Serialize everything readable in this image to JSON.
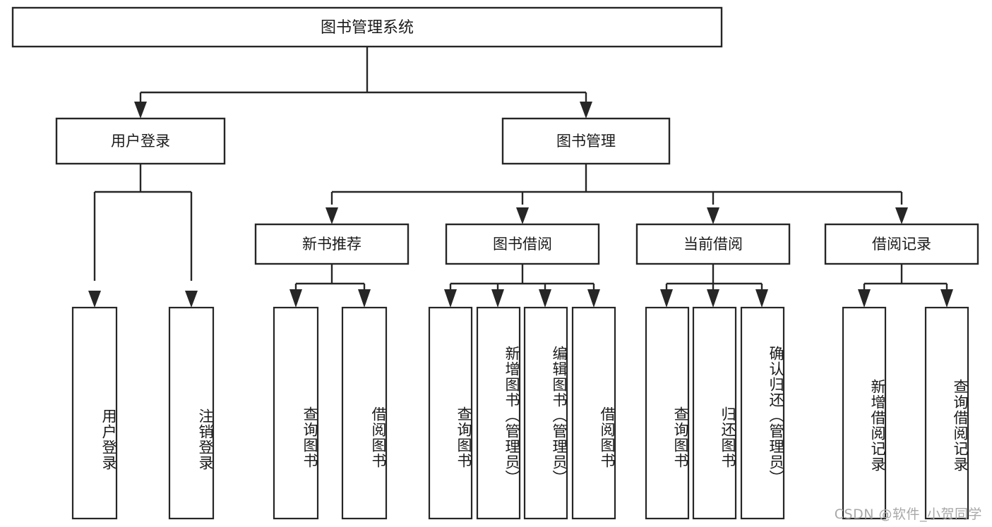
{
  "diagram": {
    "title": "图书管理系统",
    "type": "tree",
    "orientation": "top-down",
    "colors": {
      "box_stroke": "#262626",
      "box_fill": "#ffffff",
      "connector": "#262626",
      "text": "#1a1a1a",
      "background": "#ffffff",
      "watermark": "#a8a8a8"
    },
    "levels": 4
  },
  "nodes": {
    "root": {
      "label": "图书管理系统",
      "level": 1
    },
    "l2": [
      {
        "id": "user-login",
        "label": "用户登录",
        "level": 2
      },
      {
        "id": "book-manage",
        "label": "图书管理",
        "level": 2
      }
    ],
    "l3": [
      {
        "id": "new-book-recommend",
        "label": "新书推荐",
        "level": 3,
        "parent": "book-manage"
      },
      {
        "id": "book-borrow",
        "label": "图书借阅",
        "level": 3,
        "parent": "book-manage"
      },
      {
        "id": "current-borrow",
        "label": "当前借阅",
        "level": 3,
        "parent": "book-manage"
      },
      {
        "id": "borrow-record",
        "label": "借阅记录",
        "level": 3,
        "parent": "book-manage"
      }
    ],
    "leaves": [
      {
        "id": "leaf-user-login",
        "label": "用户登录",
        "parent": "user-login"
      },
      {
        "id": "leaf-logout",
        "label": "注销登录",
        "parent": "user-login"
      },
      {
        "id": "leaf-query-book-1",
        "label": "查询图书",
        "parent": "new-book-recommend"
      },
      {
        "id": "leaf-borrow-book-1",
        "label": "借阅图书",
        "parent": "new-book-recommend"
      },
      {
        "id": "leaf-query-book-2",
        "label": "查询图书",
        "parent": "book-borrow"
      },
      {
        "id": "leaf-add-book",
        "label": "新增图书（管理员）",
        "parent": "book-borrow"
      },
      {
        "id": "leaf-edit-book",
        "label": "编辑图书（管理员）",
        "parent": "book-borrow"
      },
      {
        "id": "leaf-borrow-book-2",
        "label": "借阅图书",
        "parent": "book-borrow"
      },
      {
        "id": "leaf-query-book-3",
        "label": "查询图书",
        "parent": "current-borrow"
      },
      {
        "id": "leaf-return-book",
        "label": "归还图书",
        "parent": "current-borrow"
      },
      {
        "id": "leaf-confirm-return",
        "label": "确认归还（管理员）",
        "parent": "current-borrow"
      },
      {
        "id": "leaf-add-record",
        "label": "新增借阅记录",
        "parent": "borrow-record"
      },
      {
        "id": "leaf-query-record",
        "label": "查询借阅记录",
        "parent": "borrow-record"
      }
    ]
  },
  "watermark": {
    "text": "CSDN @软件_小贺同学"
  }
}
